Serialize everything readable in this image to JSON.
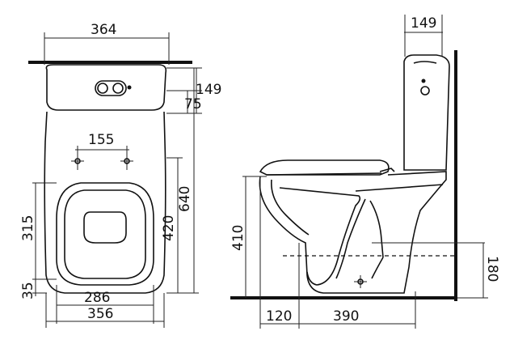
{
  "front_view": {
    "width_top": "364",
    "tank_depth": "149",
    "tank_offset": "75",
    "bolt_spacing": "155",
    "total_length": "640",
    "pan_height": "420",
    "seat_height": "315",
    "bottom_offset": "35",
    "inner_width": "286",
    "outer_width": "356"
  },
  "side_view": {
    "tank_width": "149",
    "height": "410",
    "outlet_height": "180",
    "base_offset": "120",
    "outlet_distance": "390"
  }
}
